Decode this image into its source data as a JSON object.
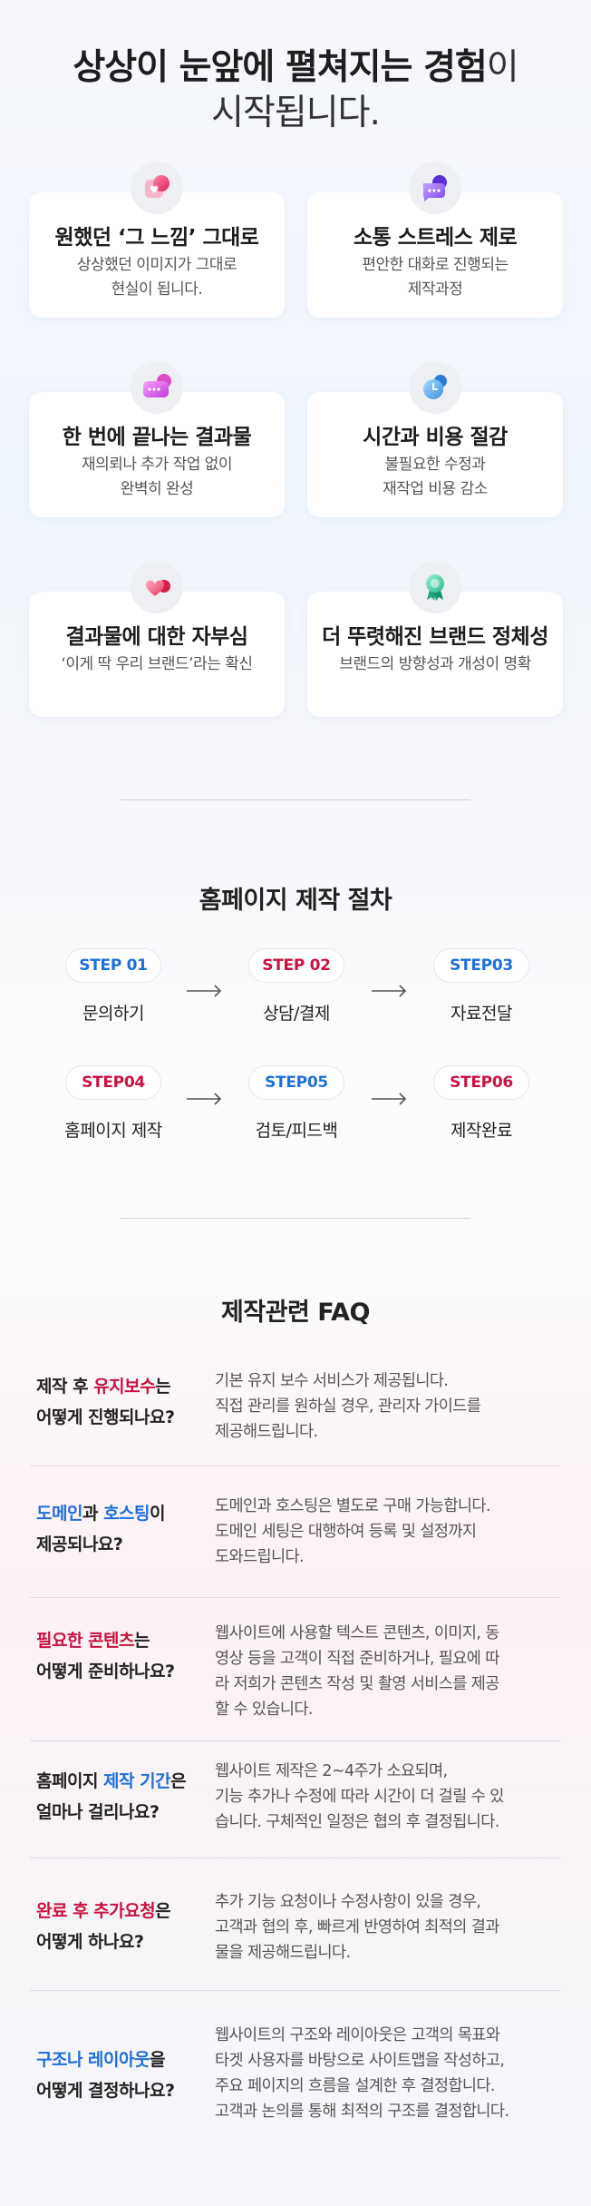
{
  "hero": {
    "line1_bold": "상상이 눈앞에 펼쳐지는 경험",
    "line1_light": "이",
    "line2": "시작됩니다."
  },
  "features": [
    {
      "title": "원했던 ‘그 느낌’ 그대로",
      "desc1": "상상했던 이미지가 그대로",
      "desc2": "현실이 됩니다.",
      "icon": "heart-icon"
    },
    {
      "title": "소통 스트레스 제로",
      "desc1": "편안한 대화로 진행되는",
      "desc2": "제작과정",
      "icon": "chat-bubble-icon"
    },
    {
      "title": "한 번에 끝나는 결과물",
      "desc1": "재의뢰나 추가 작업 없이",
      "desc2": "완벽히 완성",
      "icon": "browser-icon"
    },
    {
      "title": "시간과 비용 절감",
      "desc1": "불필요한 수정과",
      "desc2": "재작업 비용 감소",
      "icon": "clock-icon"
    },
    {
      "title": "결과물에 대한 자부심",
      "desc1": "‘이게 딱 우리 브랜드’라는 확신",
      "desc2": "",
      "icon": "heart-hand-icon"
    },
    {
      "title": "더 뚜렷해진 브랜드 정체성",
      "desc1": "브랜드의 방향성과 개성이 명확",
      "desc2": "",
      "icon": "badge-icon"
    }
  ],
  "process": {
    "title": "홈페이지 제작 절차",
    "steps": [
      {
        "step": "STEP 01",
        "label": "문의하기",
        "color": "#1e6fd8"
      },
      {
        "step": "STEP 02",
        "label": "상담/결제",
        "color": "#c8123f"
      },
      {
        "step": "STEP03",
        "label": "자료전달",
        "color": "#1e6fd8"
      },
      {
        "step": "STEP04",
        "label": "홈페이지 제작",
        "color": "#c8123f"
      },
      {
        "step": "STEP05",
        "label": "검토/피드백",
        "color": "#1e6fd8"
      },
      {
        "step": "STEP06",
        "label": "제작완료",
        "color": "#c8123f"
      }
    ]
  },
  "faq": {
    "title": "제작관련 FAQ",
    "items": [
      {
        "q": [
          {
            "t": "제작 후 ",
            "c": ""
          },
          {
            "t": "유지보수",
            "c": "red"
          },
          {
            "t": "는",
            "c": ""
          },
          {
            "br": true
          },
          {
            "t": "어떻게 진행되나요?",
            "c": ""
          }
        ],
        "a": [
          "기본 유지 보수 서비스가 제공됩니다.",
          "직접 관리를 원하실 경우, 관리자 가이드를",
          "제공해드립니다."
        ]
      },
      {
        "q": [
          {
            "t": "도메인",
            "c": "blue"
          },
          {
            "t": "과 ",
            "c": ""
          },
          {
            "t": "호스팅",
            "c": "blue"
          },
          {
            "t": "이",
            "c": ""
          },
          {
            "br": true
          },
          {
            "t": "제공되나요?",
            "c": ""
          }
        ],
        "a": [
          "도메인과 호스팅은 별도로 구매 가능합니다.",
          "도메인 세팅은 대행하여 등록 및 설정까지",
          "도와드립니다."
        ]
      },
      {
        "q": [
          {
            "t": "필요한 콘텐츠",
            "c": "red"
          },
          {
            "t": "는",
            "c": ""
          },
          {
            "br": true
          },
          {
            "t": "어떻게 준비하나요?",
            "c": ""
          }
        ],
        "a": [
          "웹사이트에 사용할 텍스트 콘텐츠, 이미지, 동",
          "영상 등을 고객이 직접 준비하거나, 필요에 따",
          "라 저희가 콘텐츠 작성 및 촬영 서비스를 제공",
          "할 수 있습니다."
        ]
      },
      {
        "q": [
          {
            "t": "홈페이지 ",
            "c": ""
          },
          {
            "t": "제작 기간",
            "c": "blue"
          },
          {
            "t": "은",
            "c": ""
          },
          {
            "br": true
          },
          {
            "t": "얼마나 걸리나요?",
            "c": ""
          }
        ],
        "a": [
          "웹사이트 제작은 2~4주가 소요되며,",
          "기능 추가나 수정에 따라 시간이 더 걸릴 수 있",
          "습니다. 구체적인 일정은 협의 후 결정됩니다."
        ]
      },
      {
        "q": [
          {
            "t": "완료 후 추가요청",
            "c": "red"
          },
          {
            "t": "은",
            "c": ""
          },
          {
            "br": true
          },
          {
            "t": "어떻게 하나요?",
            "c": ""
          }
        ],
        "a": [
          "추가 기능 요청이나 수정사항이 있을 경우,",
          "고객과 협의 후, 빠르게 반영하여 최적의 결과",
          "물을 제공해드립니다."
        ]
      },
      {
        "q": [
          {
            "t": "구조나 레이아웃",
            "c": "blue"
          },
          {
            "t": "을",
            "c": ""
          },
          {
            "br": true
          },
          {
            "t": "어떻게 결정하나요?",
            "c": ""
          }
        ],
        "a": [
          "웹사이트의 구조와 레이아웃은 고객의 목표와",
          "타겟 사용자를 바탕으로 사이트맵을 작성하고,",
          "주요 페이지의 흐름을 설계한 후 결정합니다.",
          "고객과 논의를 통해 최적의 구조를 결정합니다."
        ]
      }
    ]
  },
  "colors": {
    "accent_blue": "#1e6fd8",
    "accent_red": "#c8123f"
  }
}
